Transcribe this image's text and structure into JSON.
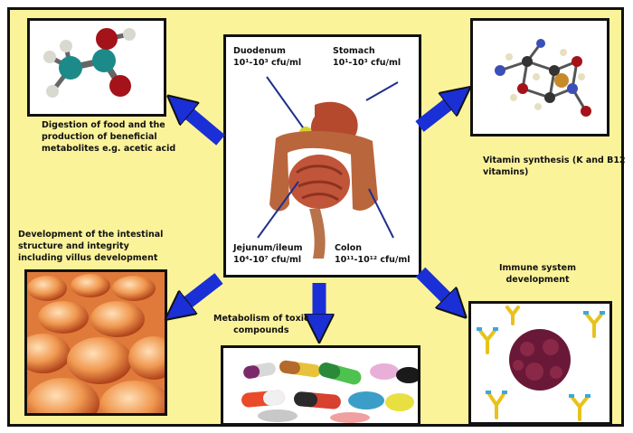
{
  "center": {
    "duodenum": {
      "name": "Duodenum",
      "range": "10¹-10³ cfu/ml"
    },
    "stomach": {
      "name": "Stomach",
      "range": "10¹-10³ cfu/ml"
    },
    "jejunum": {
      "name": "Jejunum/ileum",
      "range": "10⁴-10⁷ cfu/ml"
    },
    "colon": {
      "name": "Colon",
      "range": "10¹¹-10¹² cfu/ml"
    }
  },
  "functions": {
    "digestion": [
      "Digestion of food and the",
      "production of beneficial",
      "metabolites e.g. acetic acid"
    ],
    "vitamin": [
      "Vitamin synthesis (K and B12",
      "vitamins)"
    ],
    "intestinal": [
      "Development of the intestinal",
      "structure and integrity",
      "including villus development"
    ],
    "immune": [
      "Immune system",
      "development"
    ],
    "metabolism": [
      "Metabolism of toxic",
      "compounds"
    ]
  },
  "colors": {
    "background": "#fbf39a",
    "arrow": "#1a2fd6",
    "border": "#111111"
  }
}
